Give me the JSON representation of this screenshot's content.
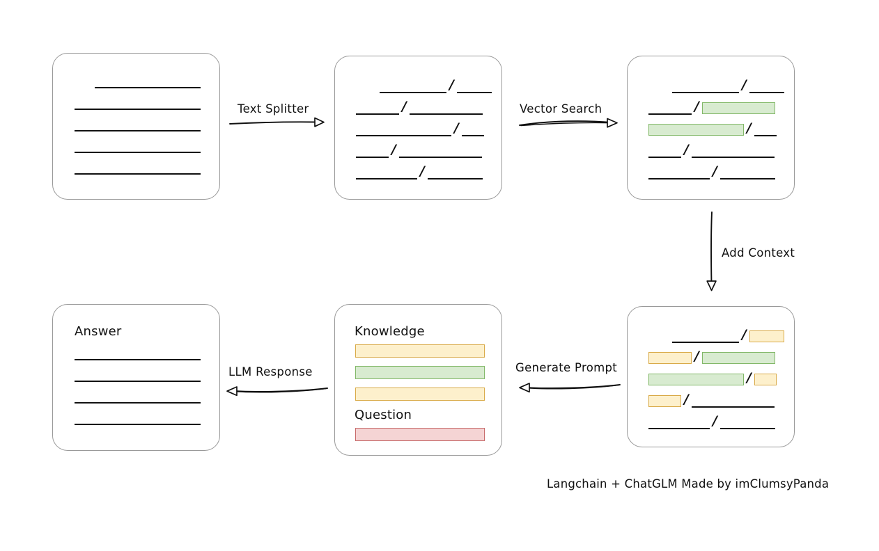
{
  "diagram": {
    "caption": "Langchain + ChatGLM Made by imClumsyPanda",
    "slash": "/",
    "colors": {
      "green_fill": "#d8ebd0",
      "green_border": "#82b868",
      "yellow_fill": "#fdf0cc",
      "yellow_border": "#d9aa48",
      "red_fill": "#f5d4d4",
      "red_border": "#c76a6a",
      "card_border": "#999999",
      "line": "#111111"
    },
    "nodes": {
      "source_document": {
        "label": "",
        "lines": [
          {
            "indent": 60,
            "width": 152
          },
          {
            "indent": 31,
            "width": 181
          },
          {
            "indent": 31,
            "width": 181
          },
          {
            "indent": 31,
            "width": 181
          },
          {
            "indent": 31,
            "width": 181
          }
        ]
      },
      "split_document": {
        "label": "",
        "rows": [
          {
            "segments": [
              {
                "type": "line",
                "width": 96,
                "offset": 34
              },
              {
                "type": "slash"
              },
              {
                "type": "line",
                "width": 50
              }
            ]
          },
          {
            "segments": [
              {
                "type": "line",
                "width": 62,
                "offset": 0
              },
              {
                "type": "slash"
              },
              {
                "type": "line",
                "width": 105
              }
            ]
          },
          {
            "segments": [
              {
                "type": "line",
                "width": 137,
                "offset": 0
              },
              {
                "type": "slash"
              },
              {
                "type": "line",
                "width": 32
              }
            ]
          },
          {
            "segments": [
              {
                "type": "line",
                "width": 47,
                "offset": 0
              },
              {
                "type": "slash"
              },
              {
                "type": "line",
                "width": 119
              }
            ]
          },
          {
            "segments": [
              {
                "type": "line",
                "width": 88,
                "offset": 0
              },
              {
                "type": "slash"
              },
              {
                "type": "line",
                "width": 79
              }
            ]
          }
        ]
      },
      "matched_document": {
        "label": "",
        "rows": [
          {
            "segments": [
              {
                "type": "line",
                "width": 96,
                "offset": 34
              },
              {
                "type": "slash"
              },
              {
                "type": "line",
                "width": 50
              }
            ]
          },
          {
            "segments": [
              {
                "type": "line",
                "width": 62,
                "offset": 0
              },
              {
                "type": "slash"
              },
              {
                "type": "bar",
                "color": "green",
                "width": 105
              }
            ]
          },
          {
            "segments": [
              {
                "type": "bar",
                "color": "green",
                "width": 137,
                "offset": 0
              },
              {
                "type": "slash"
              },
              {
                "type": "line",
                "width": 32
              }
            ]
          },
          {
            "segments": [
              {
                "type": "line",
                "width": 47,
                "offset": 0
              },
              {
                "type": "slash"
              },
              {
                "type": "line",
                "width": 119
              }
            ]
          },
          {
            "segments": [
              {
                "type": "line",
                "width": 88,
                "offset": 0
              },
              {
                "type": "slash"
              },
              {
                "type": "line",
                "width": 79
              }
            ]
          }
        ]
      },
      "context_document": {
        "label": "",
        "rows": [
          {
            "segments": [
              {
                "type": "line",
                "width": 96,
                "offset": 34
              },
              {
                "type": "slash"
              },
              {
                "type": "bar",
                "color": "yellow",
                "width": 50
              }
            ]
          },
          {
            "segments": [
              {
                "type": "bar",
                "color": "yellow",
                "width": 62,
                "offset": 0
              },
              {
                "type": "slash"
              },
              {
                "type": "bar",
                "color": "green",
                "width": 105
              }
            ]
          },
          {
            "segments": [
              {
                "type": "bar",
                "color": "green",
                "width": 137,
                "offset": 0
              },
              {
                "type": "slash"
              },
              {
                "type": "bar",
                "color": "yellow",
                "width": 32
              }
            ]
          },
          {
            "segments": [
              {
                "type": "bar",
                "color": "yellow",
                "width": 47,
                "offset": 0
              },
              {
                "type": "slash"
              },
              {
                "type": "line",
                "width": 119
              }
            ]
          },
          {
            "segments": [
              {
                "type": "line",
                "width": 88,
                "offset": 0
              },
              {
                "type": "slash"
              },
              {
                "type": "line",
                "width": 79
              }
            ]
          }
        ]
      },
      "prompt": {
        "knowledge_label": "Knowledge",
        "question_label": "Question",
        "knowledge_bars": [
          {
            "color": "yellow",
            "width": 186
          },
          {
            "color": "green",
            "width": 186
          },
          {
            "color": "yellow",
            "width": 186
          }
        ],
        "question_bars": [
          {
            "color": "red",
            "width": 186
          }
        ]
      },
      "answer": {
        "label": "Answer",
        "lines": [
          {
            "indent": 31,
            "width": 181
          },
          {
            "indent": 31,
            "width": 181
          },
          {
            "indent": 31,
            "width": 181
          },
          {
            "indent": 31,
            "width": 181
          }
        ]
      }
    },
    "edges": {
      "text_splitter": "Text Splitter",
      "vector_search": "Vector Search",
      "add_context": "Add Context",
      "generate_prompt": "Generate Prompt",
      "llm_response": "LLM Response"
    }
  }
}
